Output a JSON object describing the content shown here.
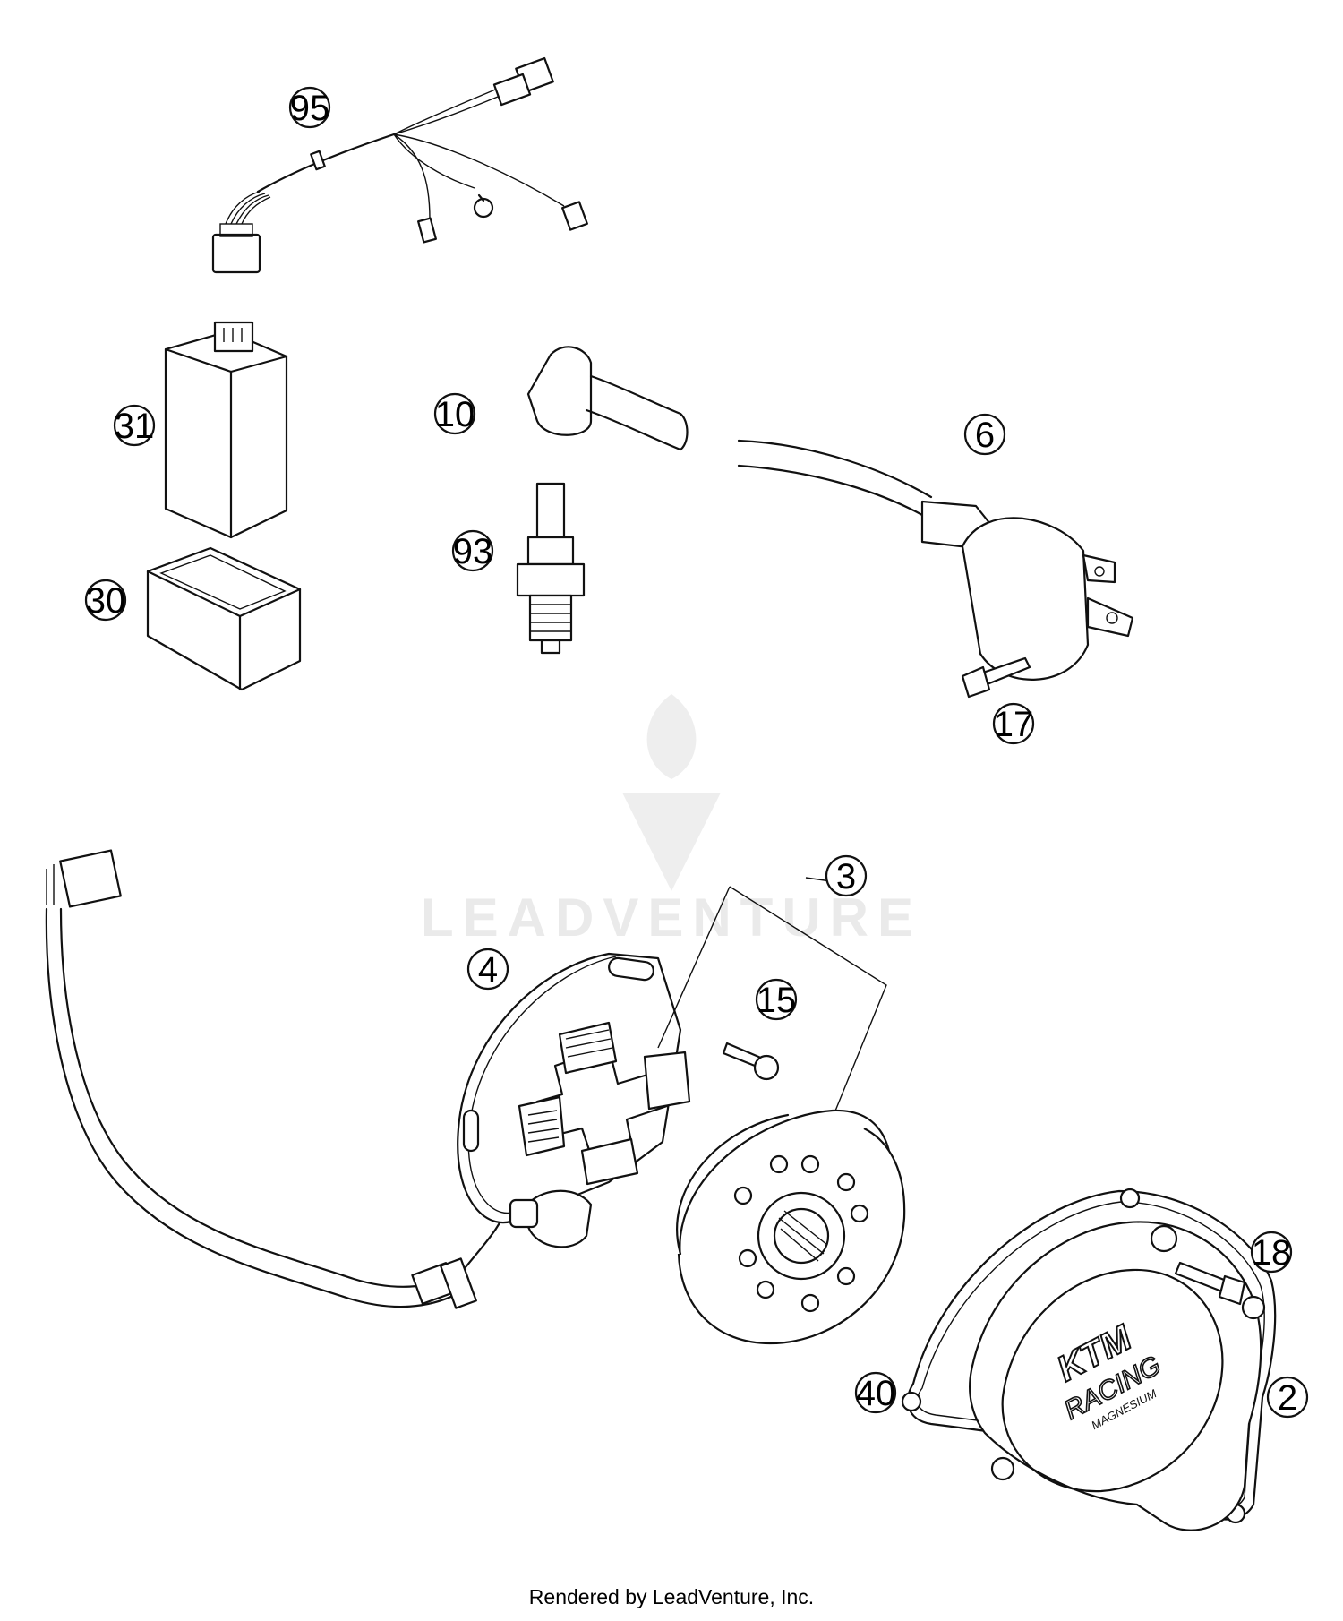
{
  "footer": "Rendered by LeadVenture, Inc.",
  "watermark": "LEADVENTURE",
  "colors": {
    "line": "#111111",
    "background": "#ffffff",
    "watermark": "#eaeaea"
  },
  "callouts": {
    "c95": "95",
    "c31": "31",
    "c30": "30",
    "c10": "10",
    "c93": "93",
    "c6": "6",
    "c17": "17",
    "c3": "3",
    "c4": "4",
    "c15": "15",
    "c18": "18",
    "c40": "40",
    "c2": "2"
  },
  "cover_logo": {
    "line1": "KTM",
    "line2": "RACING",
    "line3": "MAGNESIUM"
  }
}
